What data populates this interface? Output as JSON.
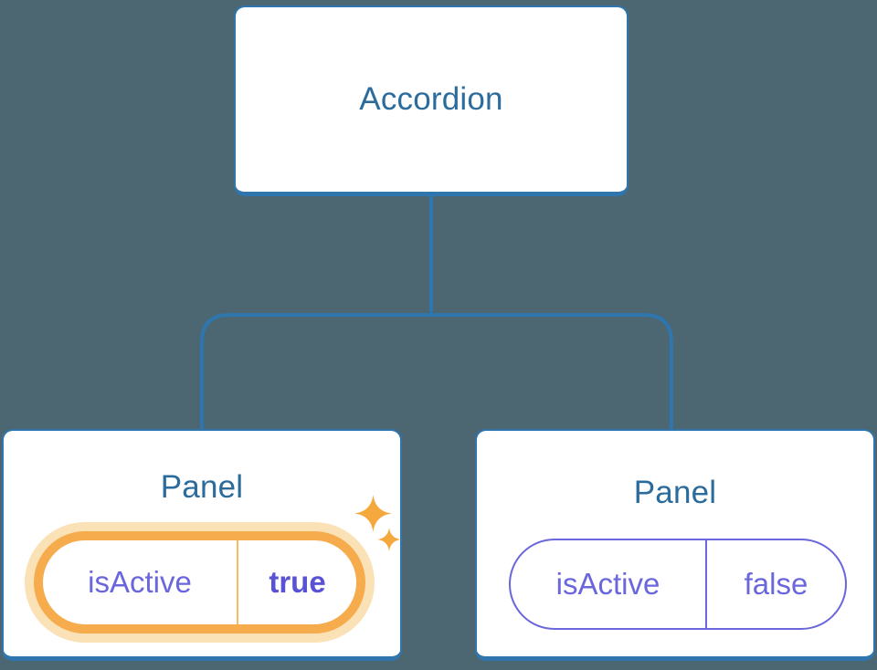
{
  "diagram": {
    "type": "component-tree",
    "root": {
      "label": "Accordion"
    },
    "children": [
      {
        "title": "Panel",
        "state": {
          "name": "isActive",
          "value": "true"
        },
        "active": true,
        "decoration": "sparkles"
      },
      {
        "title": "Panel",
        "state": {
          "name": "isActive",
          "value": "false"
        },
        "active": false
      }
    ]
  },
  "colors": {
    "bg": "#4C6771",
    "line": "#2E76AD",
    "heading": "#2C6C9C",
    "purple": "#6A66DC",
    "purple-bold": "#5A52D5",
    "orange": "#F6AB4D",
    "orange-glow": "#FAE1B6",
    "orange-divider": "#F6BB66",
    "sparkle": "#F5A83E"
  }
}
